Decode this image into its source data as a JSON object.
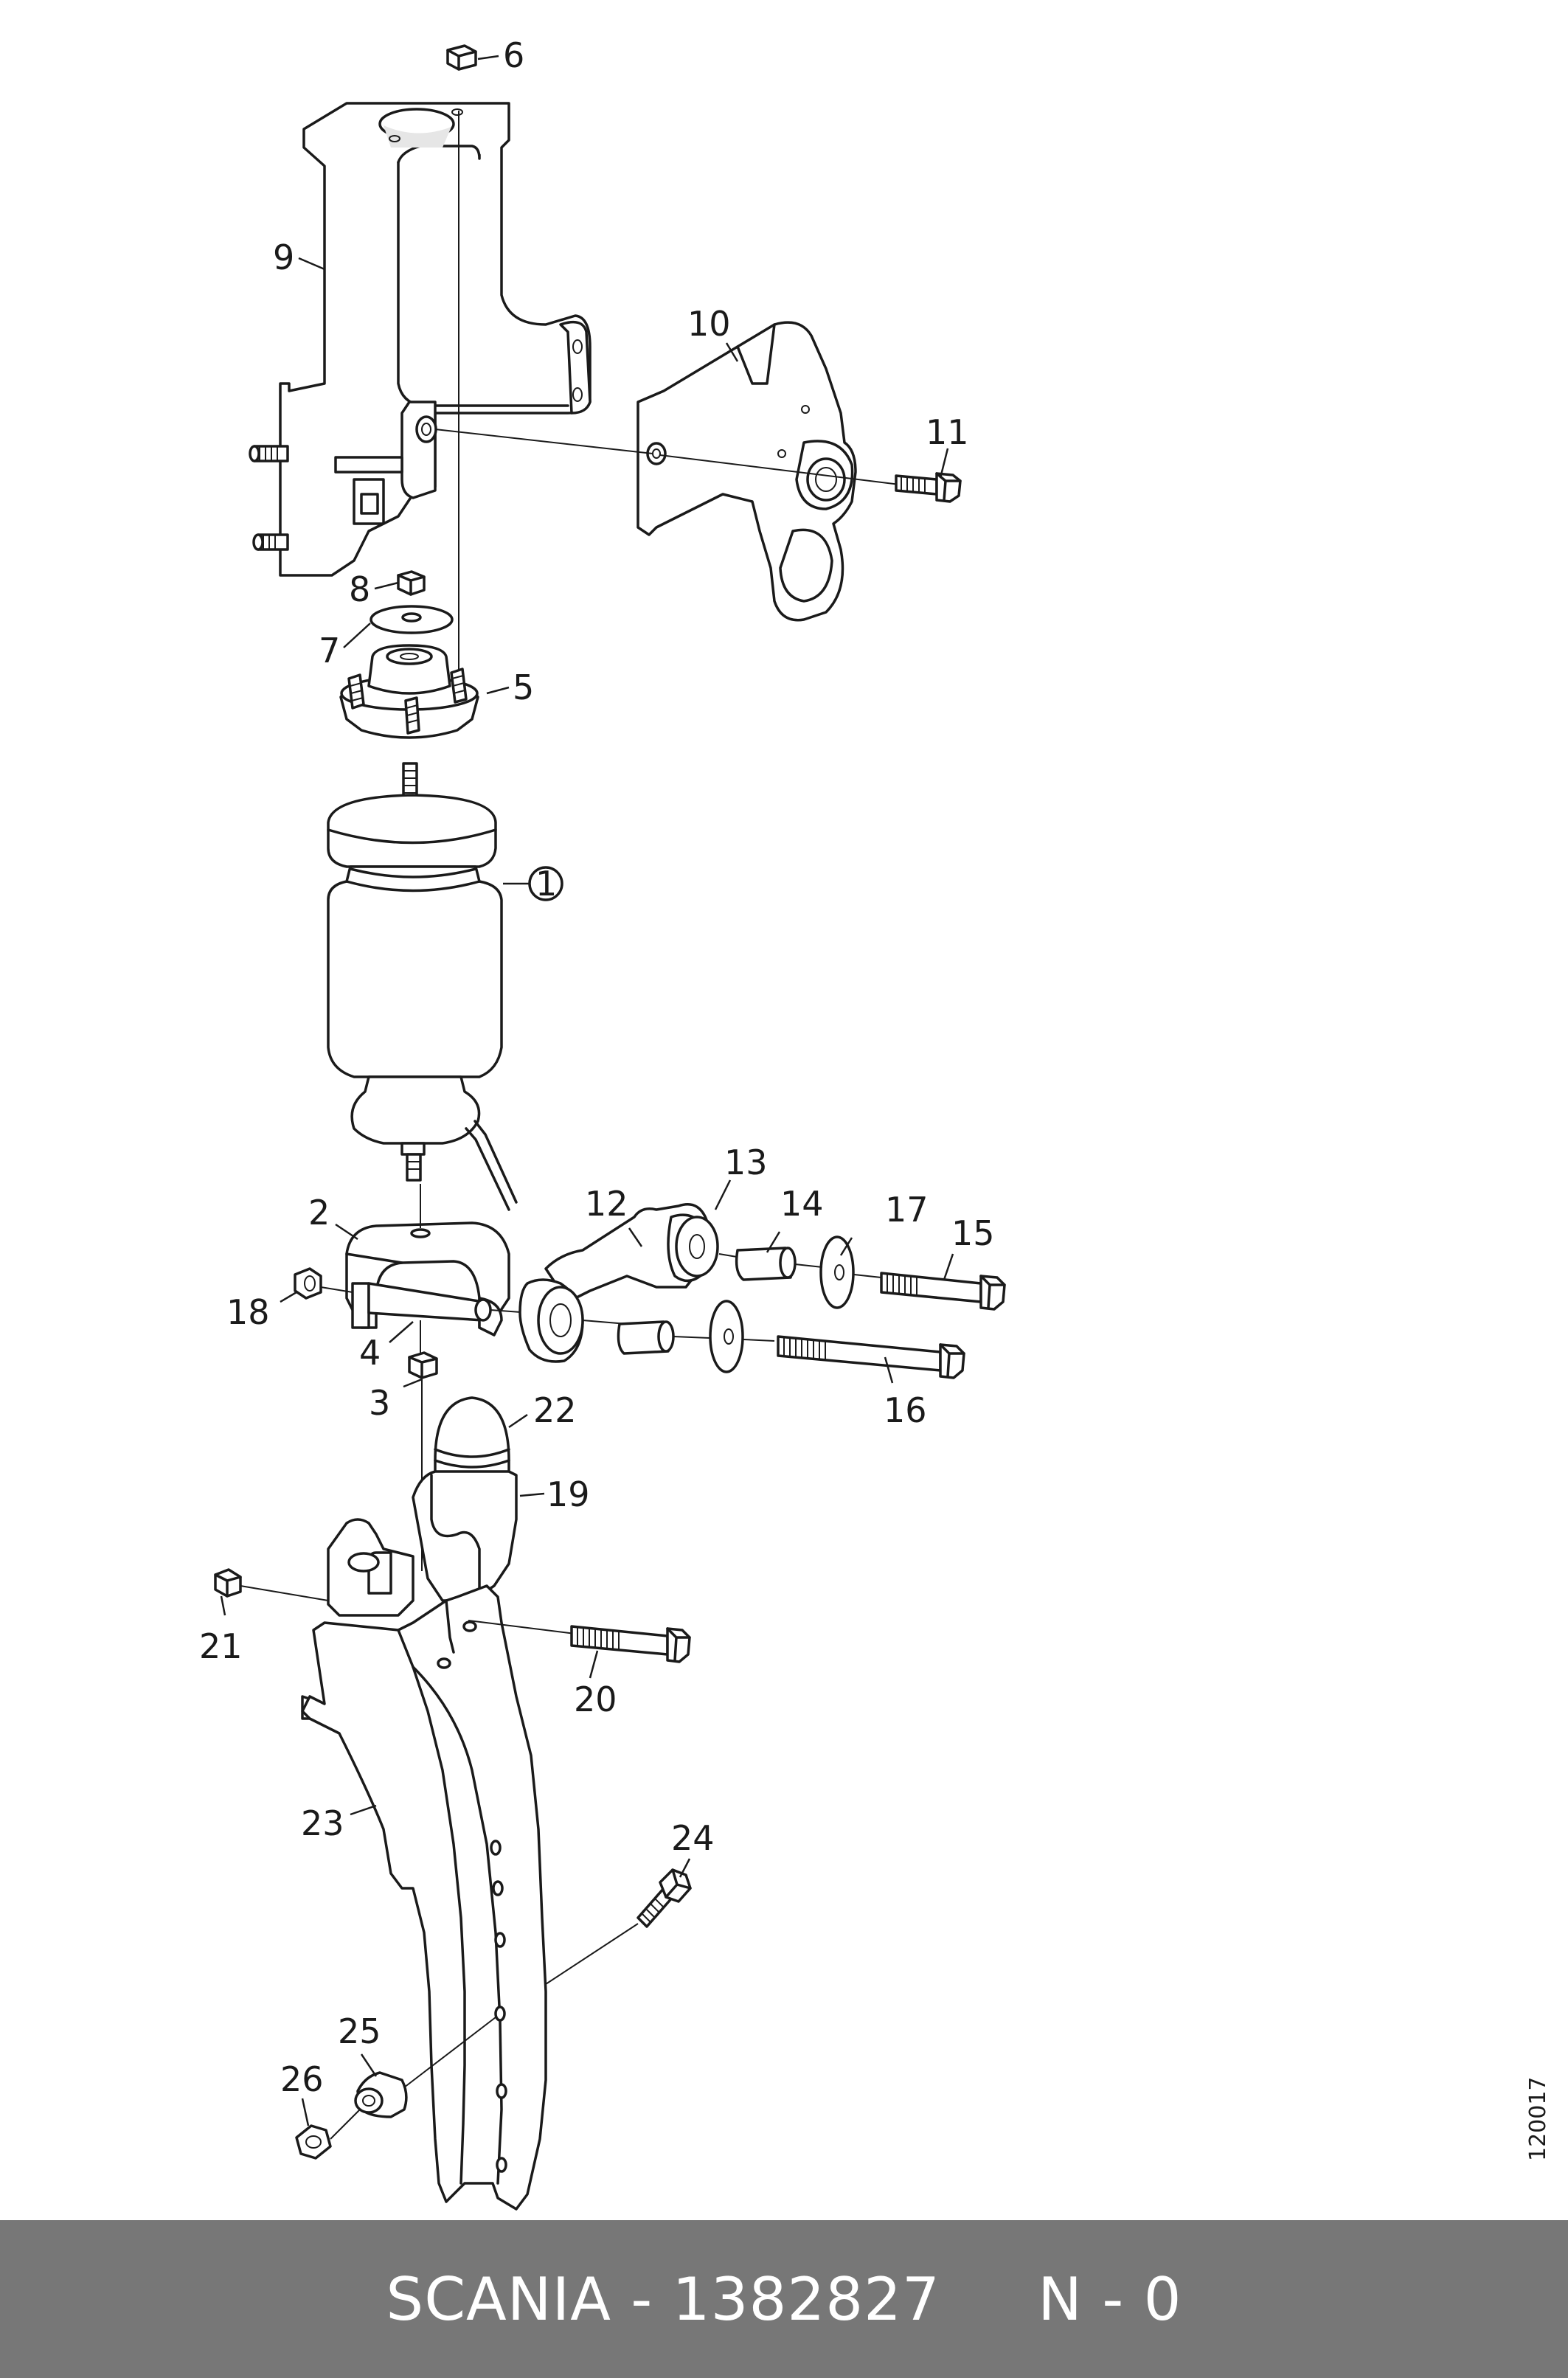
{
  "diagram": {
    "drawing_code": "120017",
    "callouts": [
      {
        "id": "1",
        "circled": true
      },
      {
        "id": "2"
      },
      {
        "id": "3"
      },
      {
        "id": "4"
      },
      {
        "id": "5"
      },
      {
        "id": "6"
      },
      {
        "id": "7"
      },
      {
        "id": "8"
      },
      {
        "id": "9"
      },
      {
        "id": "10"
      },
      {
        "id": "11"
      },
      {
        "id": "12"
      },
      {
        "id": "13"
      },
      {
        "id": "14"
      },
      {
        "id": "15"
      },
      {
        "id": "16"
      },
      {
        "id": "17"
      },
      {
        "id": "18"
      },
      {
        "id": "19"
      },
      {
        "id": "20"
      },
      {
        "id": "21"
      },
      {
        "id": "22"
      },
      {
        "id": "23"
      },
      {
        "id": "24"
      },
      {
        "id": "25"
      },
      {
        "id": "26"
      }
    ]
  },
  "footer": {
    "text": "SCANIA - 1382827     N - 0",
    "background": "#777777",
    "color": "#ffffff"
  }
}
